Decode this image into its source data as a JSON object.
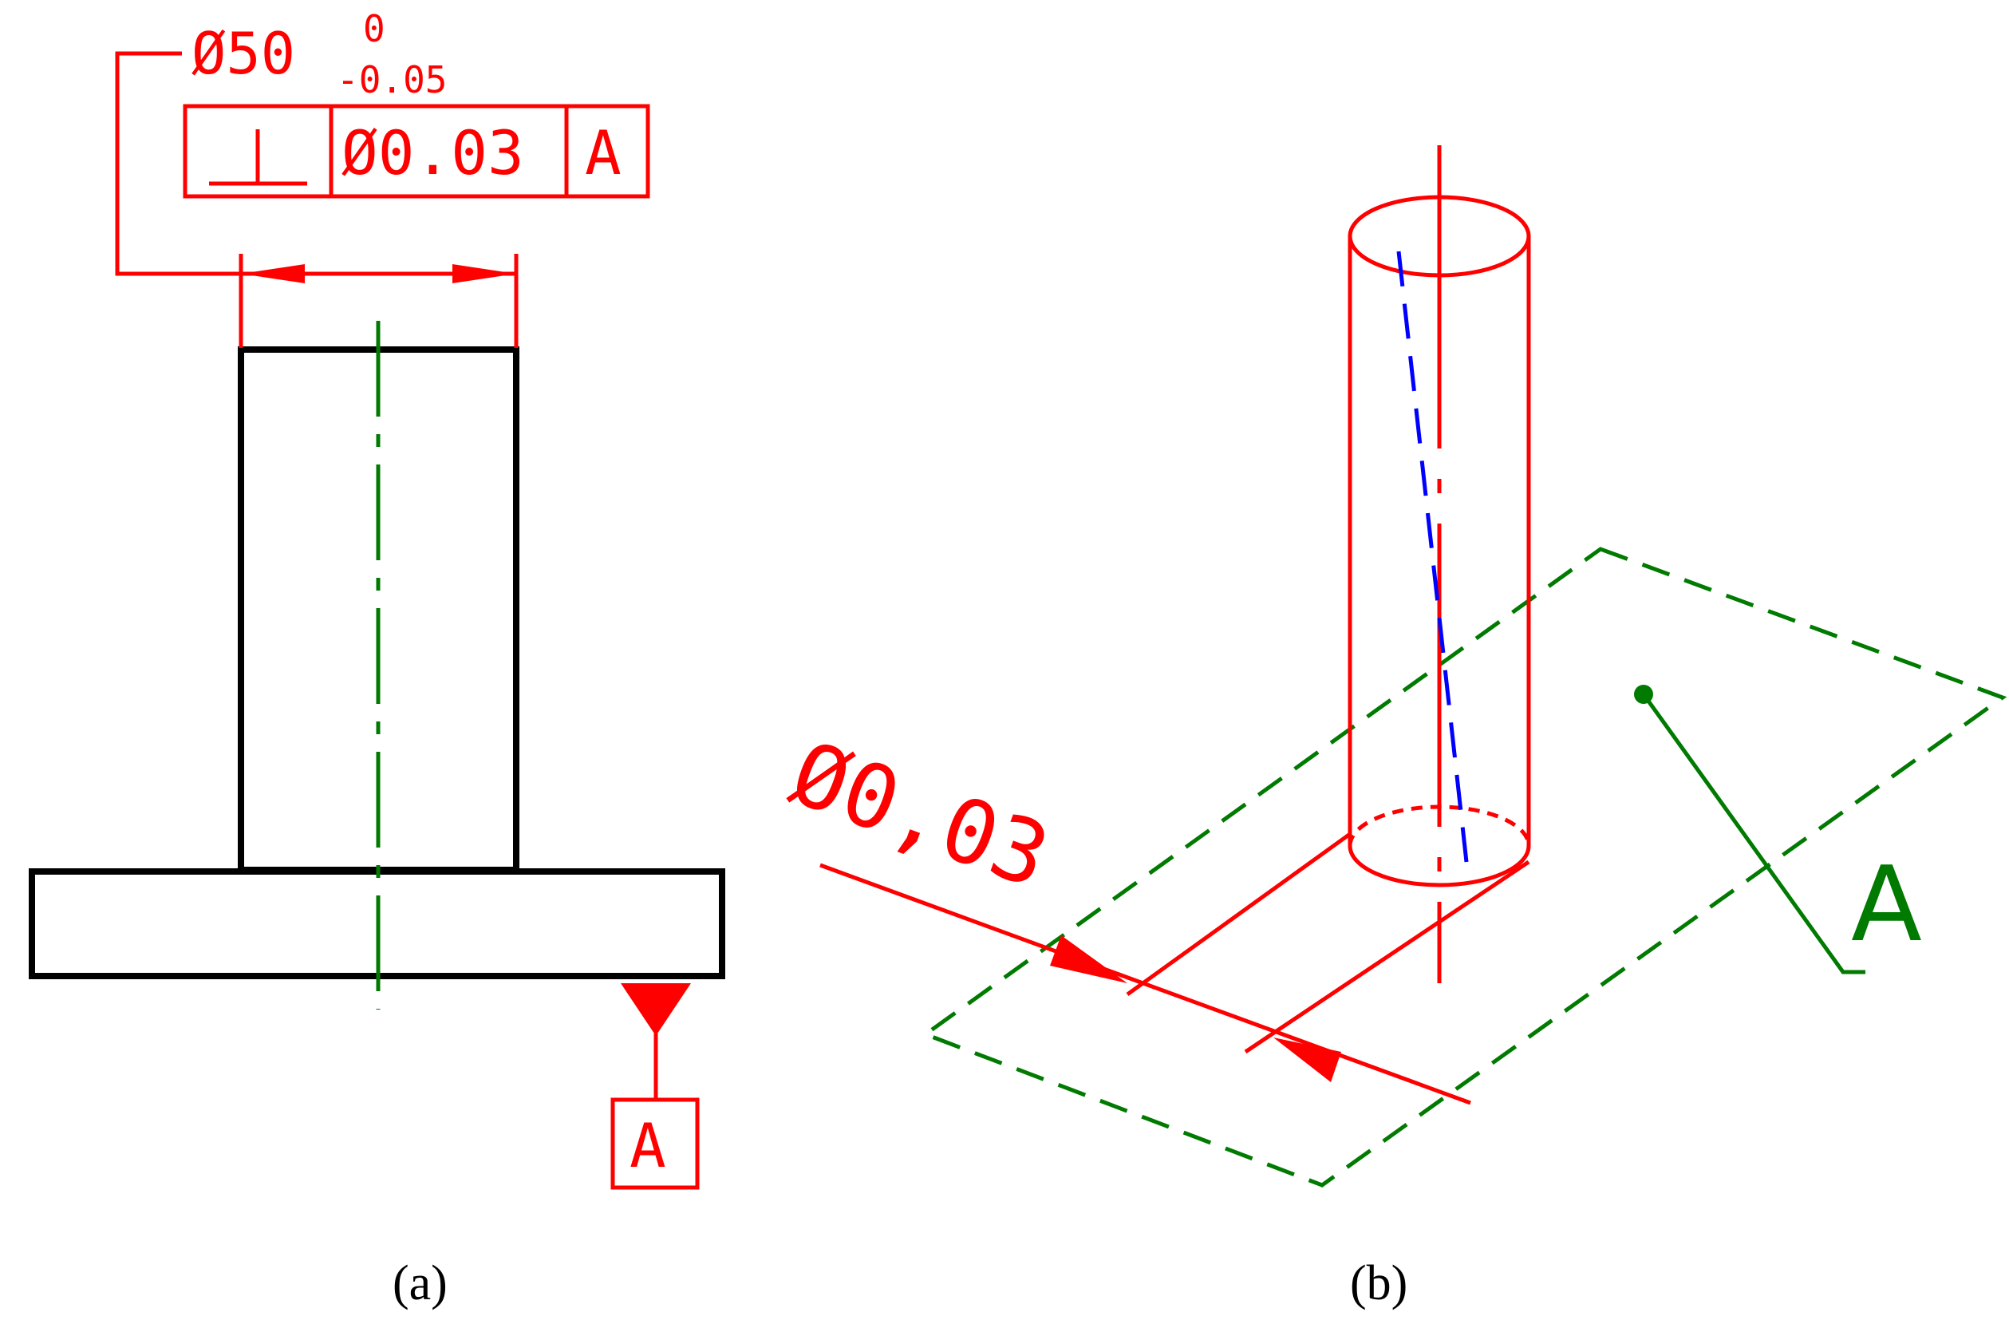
{
  "panel_a": {
    "caption": "(a)",
    "dimension": {
      "nominal": "Ø50",
      "upper_deviation": "0",
      "lower_deviation": "-0.05"
    },
    "feature_control_frame": {
      "symbol": "⊥",
      "tolerance": "Ø0.03",
      "datum": "A"
    },
    "datum_label": "A"
  },
  "panel_b": {
    "caption": "(b)",
    "tolerance_zone_label": "Ø0,03",
    "datum_plane_label": "A"
  },
  "colors": {
    "annotation": "#ff0000",
    "part_outline": "#000000",
    "centerline_and_datum": "#007a00",
    "actual_axis": "#0000ff"
  }
}
